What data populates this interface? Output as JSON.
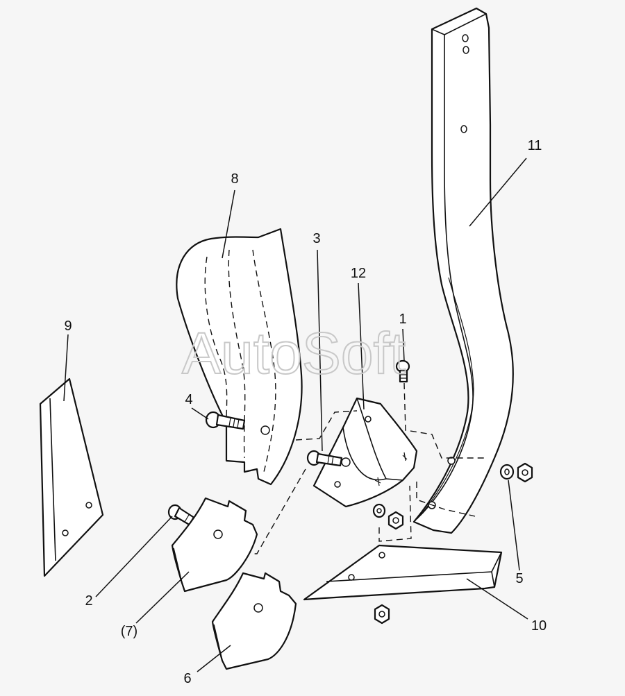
{
  "watermark": "AutoSoft",
  "callouts": [
    {
      "id": "1",
      "text": "1"
    },
    {
      "id": "2",
      "text": "2"
    },
    {
      "id": "3",
      "text": "3"
    },
    {
      "id": "4",
      "text": "4"
    },
    {
      "id": "5",
      "text": "5"
    },
    {
      "id": "6",
      "text": "6"
    },
    {
      "id": "7",
      "text": "(7)"
    },
    {
      "id": "8",
      "text": "8"
    },
    {
      "id": "9",
      "text": "9"
    },
    {
      "id": "10",
      "text": "10"
    },
    {
      "id": "11",
      "text": "11"
    },
    {
      "id": "12",
      "text": "12"
    }
  ]
}
